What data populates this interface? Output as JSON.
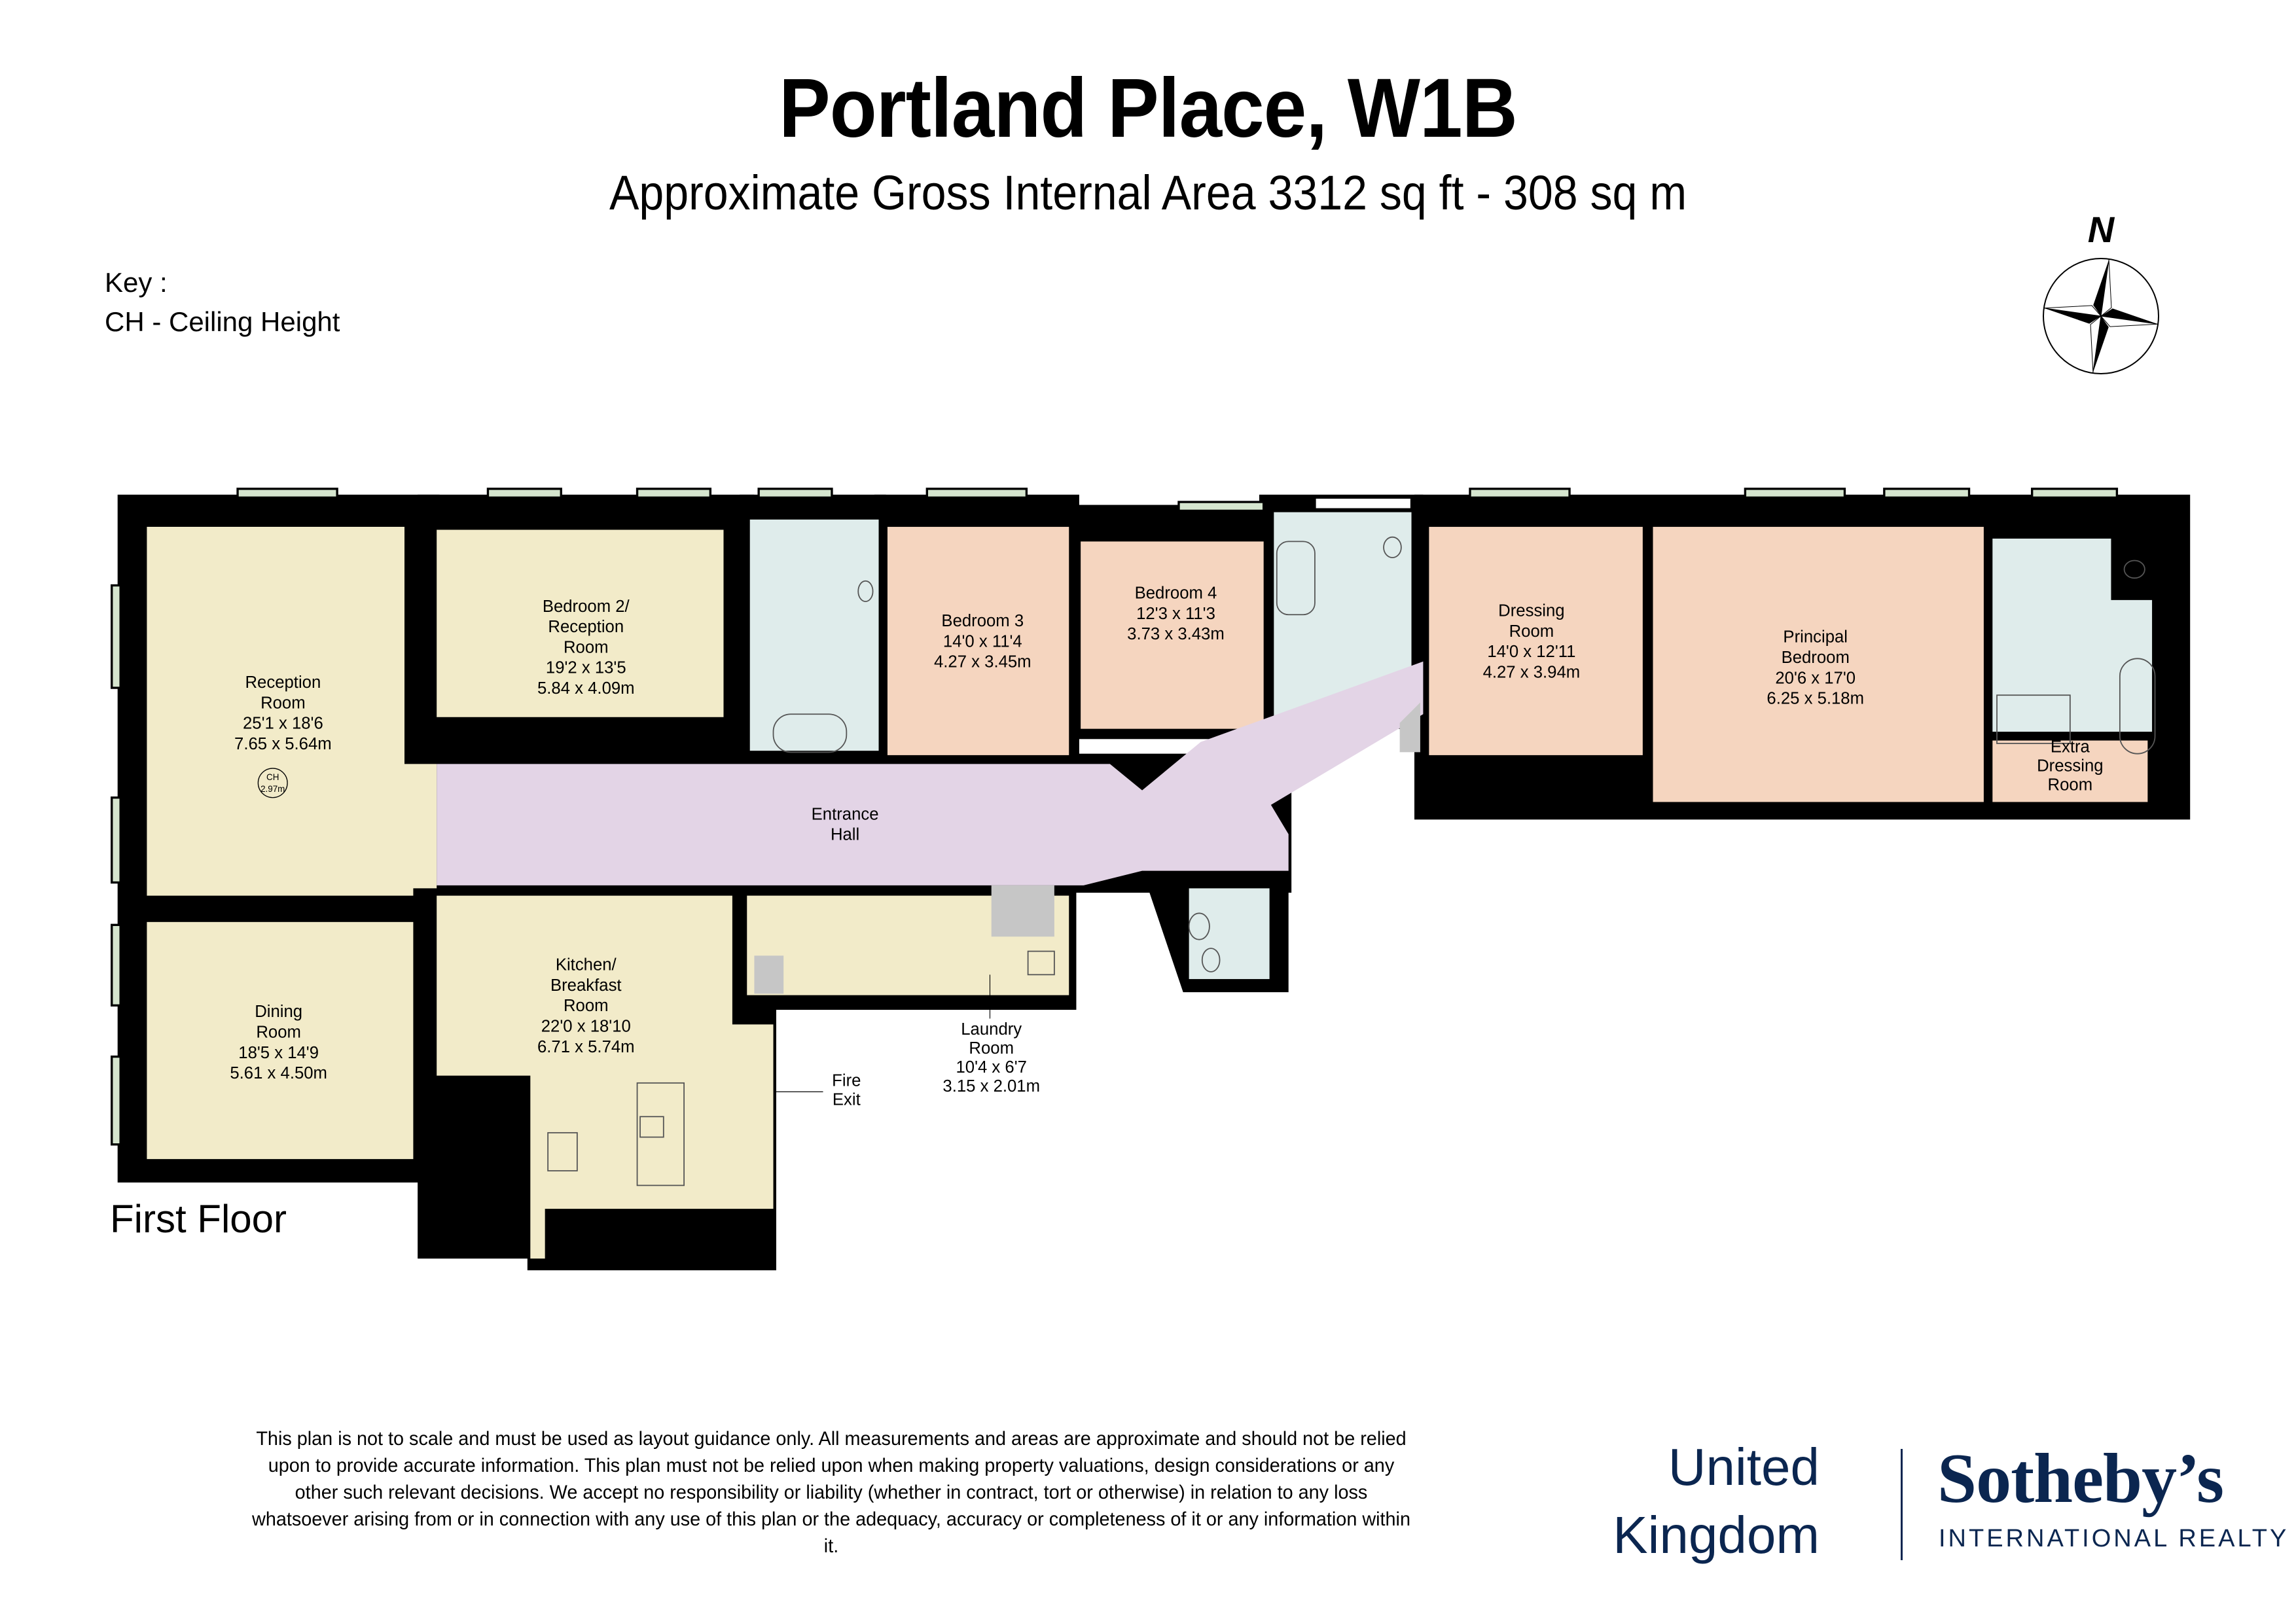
{
  "header": {
    "title": "Portland Place, W1B",
    "subtitle": "Approximate Gross Internal Area 3312 sq ft - 308 sq m"
  },
  "key": {
    "heading": "Key :",
    "entries": [
      "CH - Ceiling Height"
    ]
  },
  "compass": {
    "label": "N"
  },
  "floor": {
    "label": "First Floor"
  },
  "colors": {
    "reception": "#f2ebc9",
    "bedroom": "#f5d5bf",
    "bathroom": "#dfeceb",
    "hall": "#e3d4e6",
    "storage": "#c6c6c6",
    "window": "#d6e6cf",
    "wall": "#000000",
    "brand": "#0b2650"
  },
  "rooms": [
    {
      "name": "Reception Room",
      "lines": [
        "Reception",
        "Room",
        "25'1 x 18'6",
        "7.65 x 5.64m"
      ],
      "ceiling_height": {
        "label": "CH",
        "value": "2.97m"
      }
    },
    {
      "name": "Bedroom 2/Reception Room",
      "lines": [
        "Bedroom 2/",
        "Reception",
        "Room",
        "19'2 x 13'5",
        "5.84 x 4.09m"
      ]
    },
    {
      "name": "Bedroom 3",
      "lines": [
        "Bedroom 3",
        "14'0 x 11'4",
        "4.27 x 3.45m"
      ]
    },
    {
      "name": "Bedroom 4",
      "lines": [
        "Bedroom 4",
        "12'3 x 11'3",
        "3.73 x 3.43m"
      ]
    },
    {
      "name": "Dressing Room",
      "lines": [
        "Dressing",
        "Room",
        "14'0 x 12'11",
        "4.27 x 3.94m"
      ]
    },
    {
      "name": "Principal Bedroom",
      "lines": [
        "Principal",
        "Bedroom",
        "20'6 x 17'0",
        "6.25 x 5.18m"
      ]
    },
    {
      "name": "Extra Dressing Room",
      "lines": [
        "Extra",
        "Dressing",
        "Room"
      ]
    },
    {
      "name": "Entrance Hall",
      "lines": [
        "Entrance",
        "Hall"
      ]
    },
    {
      "name": "Kitchen/Breakfast Room",
      "lines": [
        "Kitchen/",
        "Breakfast",
        "Room",
        "22'0 x 18'10",
        "6.71 x 5.74m"
      ]
    },
    {
      "name": "Dining Room",
      "lines": [
        "Dining",
        "Room",
        "18'5 x 14'9",
        "5.61 x 4.50m"
      ]
    },
    {
      "name": "Laundry Room",
      "lines": [
        "Laundry",
        "Room",
        "10'4 x 6'7",
        "3.15 x 2.01m"
      ]
    },
    {
      "name": "Fire Exit",
      "lines": [
        "Fire",
        "Exit"
      ]
    }
  ],
  "disclaimer": "This plan is not to scale and must be used as layout guidance only. All measurements and areas are approximate and should not be relied upon to provide accurate information. This plan must not be relied upon when making property valuations, design considerations or any other such relevant decisions. We accept no responsibility or liability (whether in contract, tort or otherwise) in relation to any loss whatsoever arising from or in connection with any use of this plan or the adequacy, accuracy or completeness of it or any information within it.",
  "logo": {
    "region_line1": "United",
    "region_line2": "Kingdom",
    "brand": "Sotheby’s",
    "tagline": "INTERNATIONAL REALTY"
  }
}
